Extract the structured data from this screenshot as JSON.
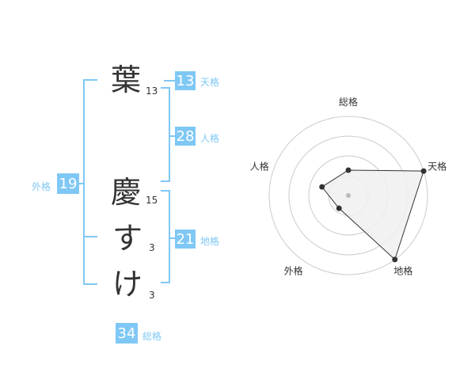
{
  "name": {
    "chars": [
      {
        "char": "葉",
        "strokes": "13"
      },
      {
        "char": "慶",
        "strokes": "15"
      },
      {
        "char": "す",
        "strokes": "3"
      },
      {
        "char": "け",
        "strokes": "3"
      }
    ]
  },
  "kaku": {
    "ten": {
      "label": "天格",
      "value": "13"
    },
    "jin": {
      "label": "人格",
      "value": "28"
    },
    "chi": {
      "label": "地格",
      "value": "21"
    },
    "gai": {
      "label": "外格",
      "value": "19"
    },
    "sou": {
      "label": "総格",
      "value": "34"
    }
  },
  "colors": {
    "accent": "#7fc8f5",
    "text": "#333333",
    "grid": "#cccccc",
    "fill": "#f0f0f0"
  },
  "chart_data": {
    "type": "radar",
    "axes": [
      "総格",
      "天格",
      "地格",
      "外格",
      "人格"
    ],
    "values": [
      0.32,
      1.0,
      1.0,
      0.2,
      0.35
    ],
    "rings": 4,
    "range": [
      0,
      1
    ]
  }
}
